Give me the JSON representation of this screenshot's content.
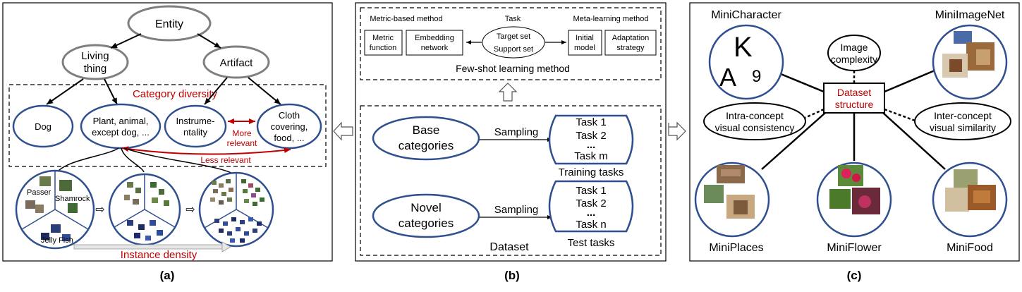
{
  "panel_a": {
    "caption": "(a)",
    "entity": "Entity",
    "living_line1": "Living",
    "living_line2": "thing",
    "artifact": "Artifact",
    "category_diversity": "Category diversity",
    "dog": "Dog",
    "plant_line1": "Plant, animal,",
    "plant_line2": "except dog, ...",
    "instrument_line1": "Instrume-",
    "instrument_line2": "ntality",
    "cloth_line1": "Cloth",
    "cloth_line2": "covering,",
    "cloth_line3": "food, ...",
    "more_relevant_line1": "More",
    "more_relevant_line2": "relevant",
    "less_relevant": "Less relevant",
    "passer": "Passer",
    "shamrock": "Shamrock",
    "jellyfish": "Jelly Fish",
    "instance_density": "Instance density",
    "colors": {
      "accent_red": "#c00000",
      "ellipse_gray": "#7f7f7f",
      "ellipse_blue": "#2f4f8f"
    }
  },
  "panel_b": {
    "caption": "(b)",
    "metric_method": "Metric-based method",
    "task_header": "Task",
    "meta_method": "Meta-learning method",
    "metric_function_line1": "Metric",
    "metric_function_line2": "function",
    "embedding_line1": "Embedding",
    "embedding_line2": "network",
    "target_set": "Target set",
    "support_set": "Support set",
    "initial_line1": "Initial",
    "initial_line2": "model",
    "adaptation_line1": "Adaptation",
    "adaptation_line2": "strategy",
    "fewshot": "Few-shot learning method",
    "base_line1": "Base",
    "base_line2": "categories",
    "novel_line1": "Novel",
    "novel_line2": "categories",
    "sampling_1": "Sampling",
    "sampling_2": "Sampling",
    "train_task1": "Task 1",
    "train_task2": "Task 2",
    "train_dots": "...",
    "train_taskm": "Task m",
    "training_tasks": "Training tasks",
    "test_task1": "Task 1",
    "test_task2": "Task 2",
    "test_dots": "...",
    "test_taskn": "Task n",
    "test_tasks": "Test tasks",
    "dataset": "Dataset"
  },
  "panel_c": {
    "caption": "(c)",
    "minicharacter": "MiniCharacter",
    "miniimagenet": "MiniImageNet",
    "miniplaces": "MiniPlaces",
    "miniflower": "MiniFlower",
    "minifood": "MiniFood",
    "image_complexity_line1": "Image",
    "image_complexity_line2": "complexity",
    "dataset_structure_line1": "Dataset",
    "dataset_structure_line2": "structure",
    "intra_line1": "Intra-concept",
    "intra_line2": "visual consistency",
    "inter_line1": "Inter-concept",
    "inter_line2": "visual similarity",
    "char_k": "K",
    "char_a": "A",
    "char_9": "9"
  }
}
